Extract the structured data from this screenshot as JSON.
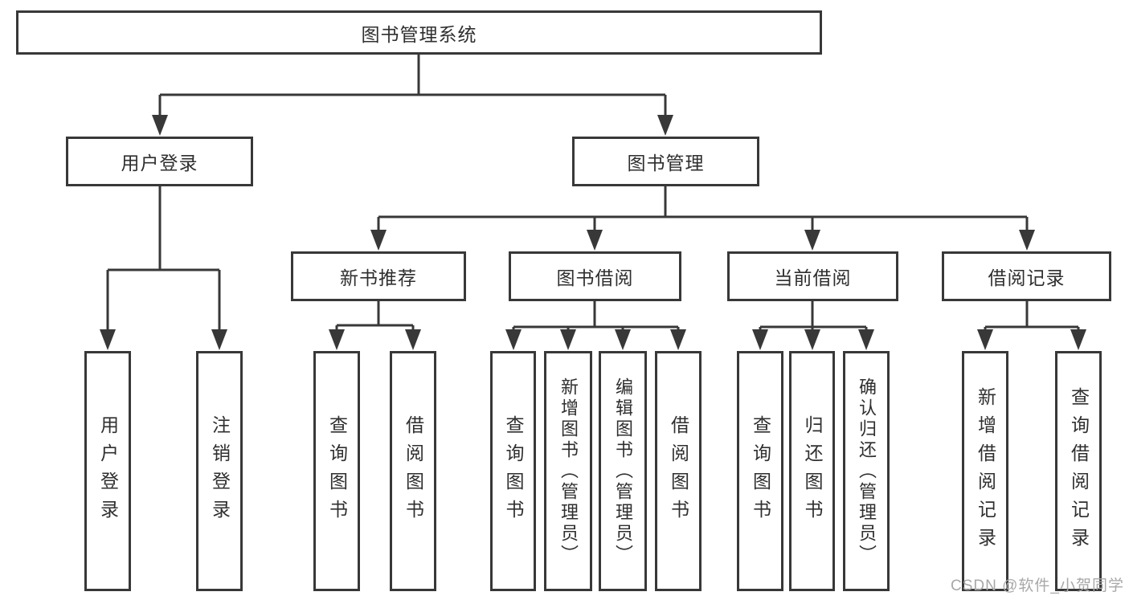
{
  "diagram": {
    "type": "hierarchy-tree",
    "root": "图书管理系统",
    "level2": {
      "user_login": "用户登录",
      "book_management": "图书管理"
    },
    "level3": {
      "new_book_recommend": "新书推荐",
      "book_borrow": "图书借阅",
      "current_borrow": "当前借阅",
      "borrow_record": "借阅记录"
    },
    "leaves": {
      "user_login": "用户登录",
      "logout": "注销登录",
      "query_book_under_recommend": "查询图书",
      "borrow_book_under_recommend": "借阅图书",
      "query_book_under_borrow": "查询图书",
      "add_book_admin": "新增图书（管理员）",
      "edit_book_admin": "编辑图书（管理员）",
      "borrow_book_under_borrow": "借阅图书",
      "query_book_under_current": "查询图书",
      "return_book": "归还图书",
      "confirm_return_admin": "确认归还（管理员）",
      "add_borrow_record": "新增借阅记录",
      "query_borrow_record": "查询借阅记录"
    },
    "hierarchy": {
      "图书管理系统": [
        "用户登录",
        "图书管理"
      ],
      "用户登录": [
        "用户登录",
        "注销登录"
      ],
      "图书管理": [
        "新书推荐",
        "图书借阅",
        "当前借阅",
        "借阅记录"
      ],
      "新书推荐": [
        "查询图书",
        "借阅图书"
      ],
      "图书借阅": [
        "查询图书",
        "新增图书（管理员）",
        "编辑图书（管理员）",
        "借阅图书"
      ],
      "当前借阅": [
        "查询图书",
        "归还图书",
        "确认归还（管理员）"
      ],
      "借阅记录": [
        "新增借阅记录",
        "查询借阅记录"
      ]
    }
  },
  "watermark": "CSDN @软件_小贺同学",
  "colors": {
    "line": "#383838",
    "box_border": "#383838",
    "text": "#2f2f2f",
    "background": "#ffffff",
    "watermark": "#a8a8a8"
  }
}
